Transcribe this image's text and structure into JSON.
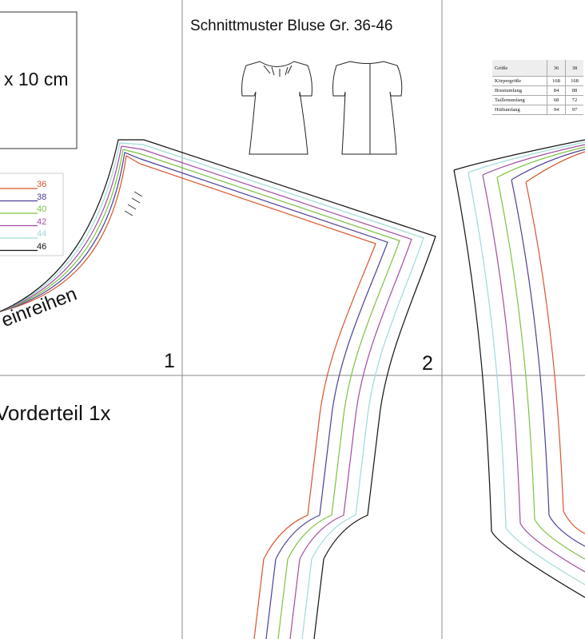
{
  "title": "Schnittmuster Bluse Gr. 36-46",
  "scale_box_text": "x 10 cm",
  "page_numbers": [
    "1",
    "2"
  ],
  "gather_label": "einreihen",
  "piece_label": "Vorderteil 1x",
  "legend": [
    {
      "size": "36",
      "color": "#d9542b"
    },
    {
      "size": "38",
      "color": "#4b3f94"
    },
    {
      "size": "40",
      "color": "#7cc242"
    },
    {
      "size": "42",
      "color": "#a04ca0"
    },
    {
      "size": "44",
      "color": "#9fd9d8"
    },
    {
      "size": "46",
      "color": "#111111"
    }
  ],
  "size_table": {
    "header": [
      "Größe",
      "36",
      "38"
    ],
    "rows": [
      [
        "Körpergröße",
        "168",
        "168"
      ],
      [
        "Brustumfang",
        "84",
        "88"
      ],
      [
        "Taillenumfang",
        "68",
        "72"
      ],
      [
        "Hüftumfang",
        "94",
        "97"
      ]
    ]
  }
}
